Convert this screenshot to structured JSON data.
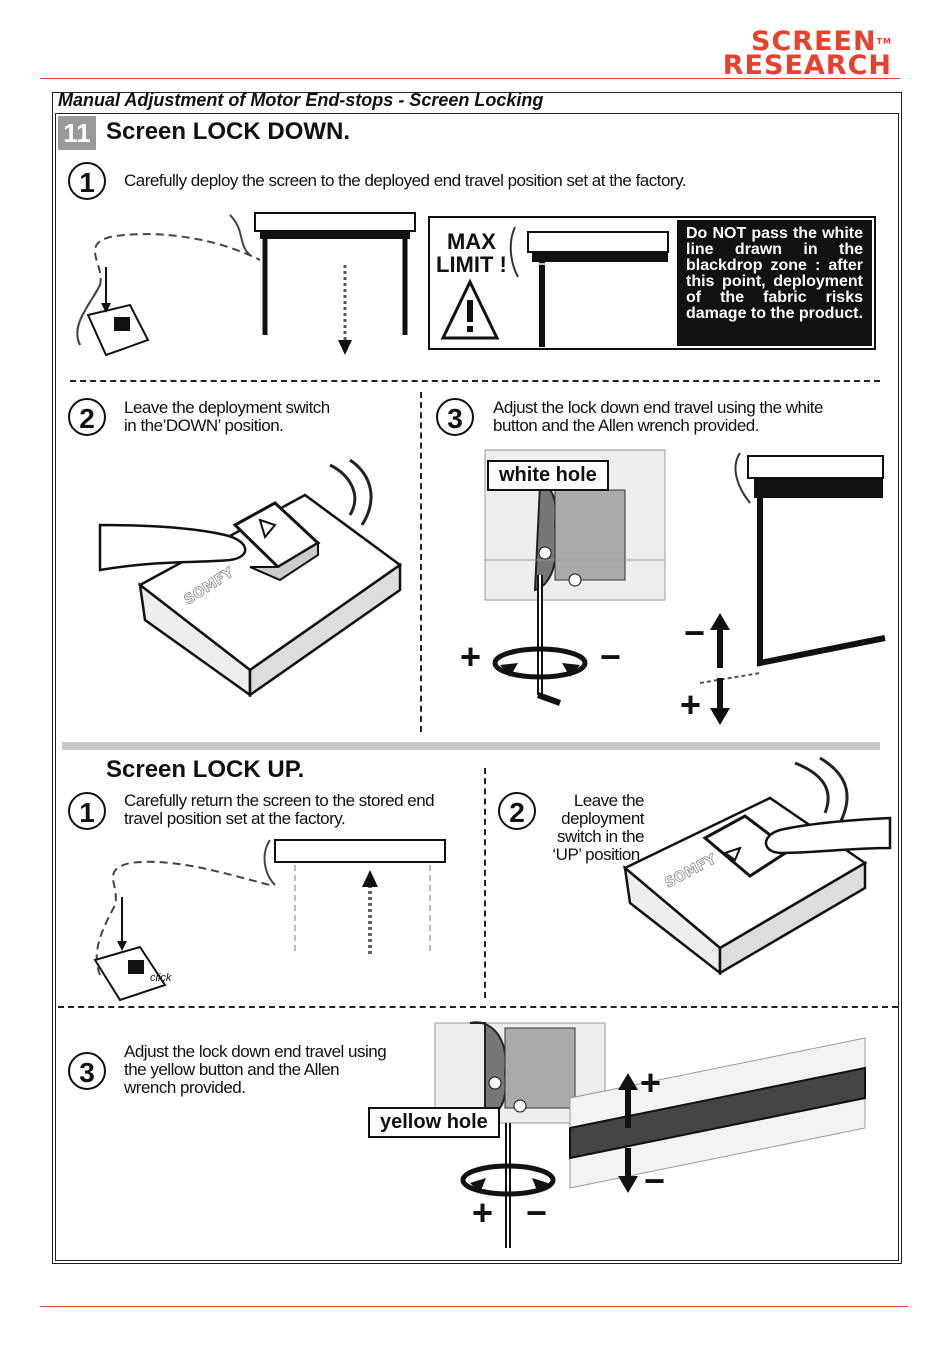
{
  "brand": {
    "line1": "SCREEN",
    "tm": "TM",
    "line2": "RESEARCH"
  },
  "header": {
    "title": "Manual Adjustment of Motor End-stops - Screen Locking"
  },
  "step": {
    "number": "11"
  },
  "lock_down": {
    "title": "Screen LOCK DOWN.",
    "step1": {
      "num": "1",
      "text": "Carefully deploy the screen to the  deployed end travel position set at the factory."
    },
    "max_limit": {
      "line1": "MAX",
      "line2": "LIMIT !"
    },
    "warning": "Do NOT pass the white line drawn in the blackdrop zone : after this point, deployment of the fabric risks damage to the product.",
    "step2": {
      "num": "2",
      "line1": "Leave the deployment switch",
      "line2": "in the’DOWN’ position."
    },
    "step3": {
      "num": "3",
      "line1": "Adjust the lock down end travel using the white",
      "line2": "button and the Allen wrench provided."
    },
    "white_hole": "white hole",
    "switch_brand": "SOMFY"
  },
  "lock_up": {
    "title": "Screen LOCK UP.",
    "step1": {
      "num": "1",
      "line1": "Carefully  return the screen to the stored end",
      "line2": "travel position set at the factory."
    },
    "step2": {
      "num": "2",
      "line1": "Leave the",
      "line2": "deployment",
      "line3": "switch in the",
      "line4": "‘UP’ position."
    },
    "step3": {
      "num": "3",
      "line1": "Adjust the lock down end travel using",
      "line2": "the yellow button and the Allen",
      "line3": "wrench provided."
    },
    "yellow_hole": "yellow hole",
    "click": "click",
    "switch_brand": "SOMFY"
  },
  "signs": {
    "plus": "+",
    "minus": "−"
  }
}
